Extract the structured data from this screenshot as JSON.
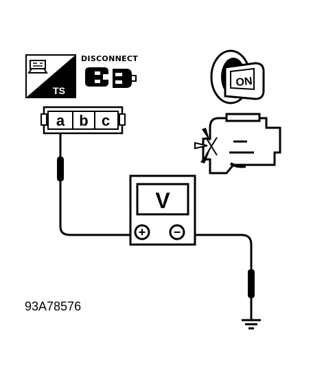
{
  "harness": {
    "ts_label": "TS",
    "disconnect_label": "DISCONNECT",
    "connector_pins": [
      "a",
      "b",
      "c"
    ]
  },
  "meter": {
    "unit": "V",
    "positive_terminal": "+",
    "negative_terminal": "−"
  },
  "ignition": {
    "key_position": "ON"
  },
  "figure_code": "93A78576",
  "colors": {
    "ink": "#000000",
    "paper": "#ffffff"
  },
  "icons": [
    "ts-connector-icon",
    "disconnect-connector-icon",
    "ignition-key-icon",
    "engine-icon",
    "ground-icon"
  ]
}
